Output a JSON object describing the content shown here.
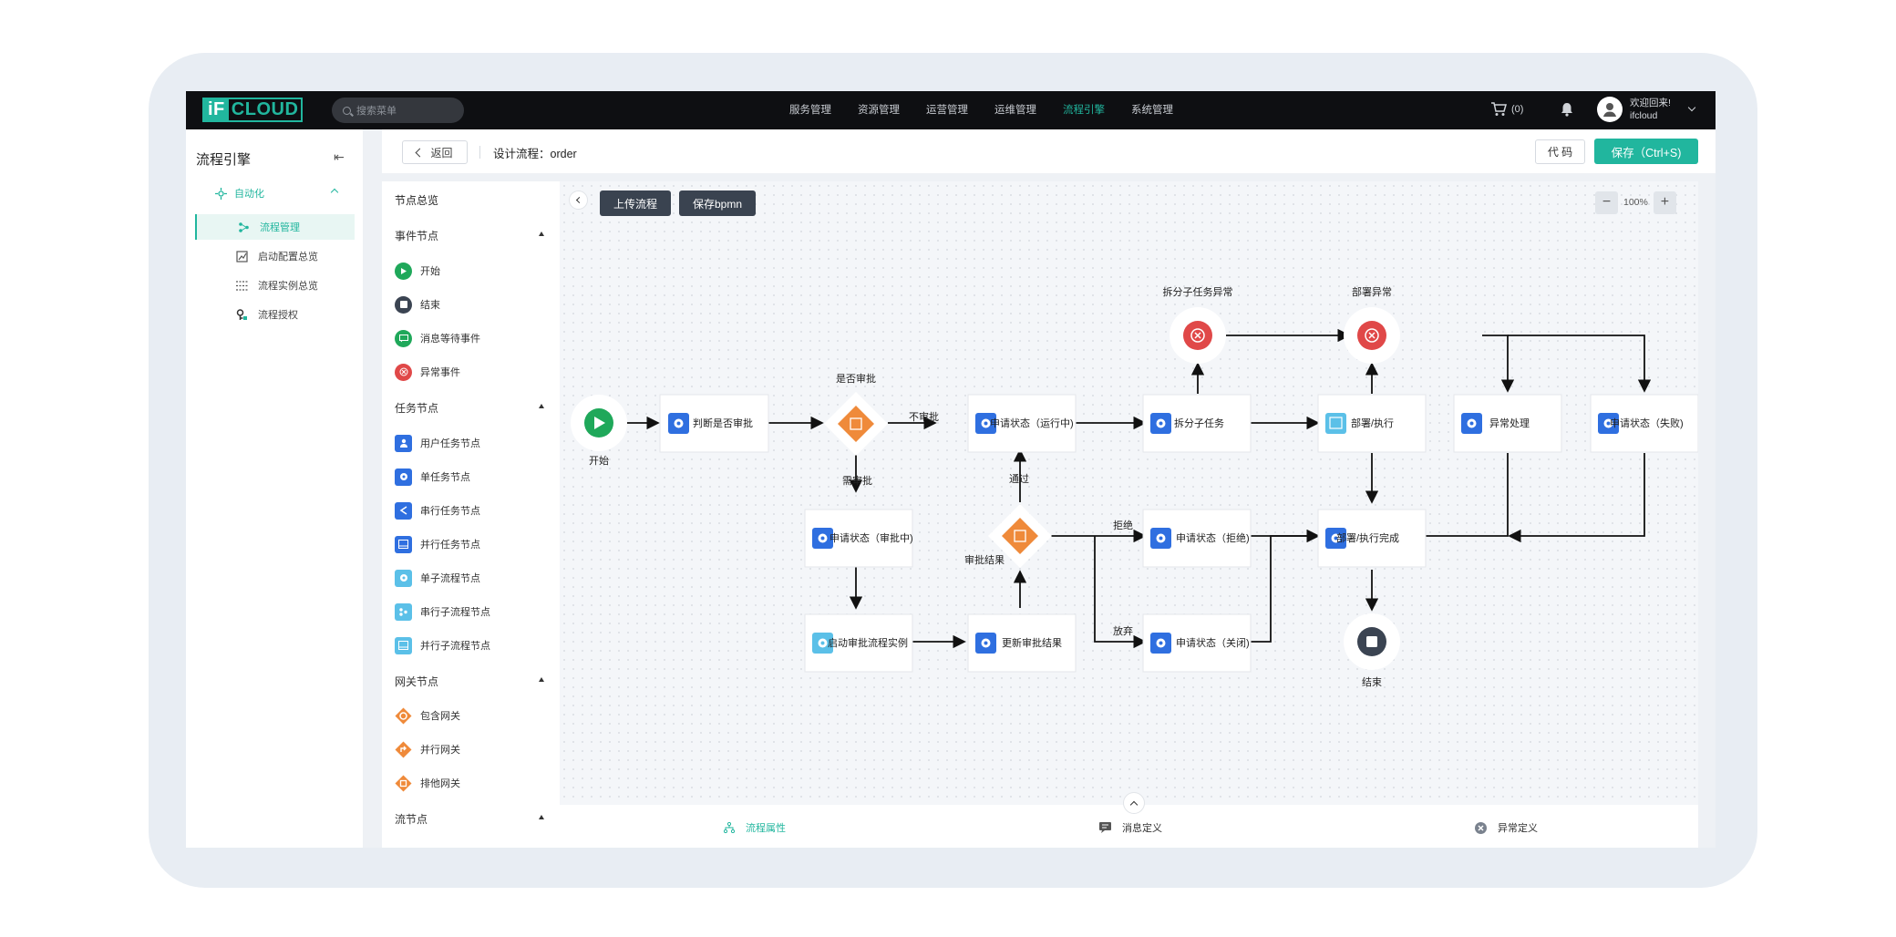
{
  "topbar": {
    "logo": {
      "part1": "iF",
      "part2": "CLOUD"
    },
    "search_placeholder": "搜索菜单",
    "nav": [
      {
        "label": "服务管理",
        "active": false
      },
      {
        "label": "资源管理",
        "active": false
      },
      {
        "label": "运营管理",
        "active": false
      },
      {
        "label": "运维管理",
        "active": false
      },
      {
        "label": "流程引擎",
        "active": true
      },
      {
        "label": "系统管理",
        "active": false
      }
    ],
    "cart_count": "(0)",
    "user": {
      "greeting": "欢迎回来!",
      "name": "ifcloud"
    }
  },
  "sidebar": {
    "title": "流程引擎",
    "group": "自动化",
    "items": [
      {
        "label": "流程管理",
        "icon": "flow-icon",
        "active": true
      },
      {
        "label": "启动配置总览",
        "icon": "config-icon",
        "active": false
      },
      {
        "label": "流程实例总览",
        "icon": "instance-icon",
        "active": false
      },
      {
        "label": "流程授权",
        "icon": "auth-icon",
        "active": false
      }
    ]
  },
  "toolbar": {
    "back": "返回",
    "design_title": "设计流程：order",
    "code": "代 码",
    "save": "保存（Ctrl+S)"
  },
  "palette": {
    "title": "节点总览",
    "sections": [
      {
        "title": "事件节点",
        "items": [
          "开始",
          "结束",
          "消息等待事件",
          "异常事件"
        ]
      },
      {
        "title": "任务节点",
        "items": [
          "用户任务节点",
          "单任务节点",
          "串行任务节点",
          "并行任务节点",
          "单子流程节点",
          "串行子流程节点",
          "并行子流程节点"
        ]
      },
      {
        "title": "网关节点",
        "items": [
          "包含网关",
          "并行网关",
          "排他网关"
        ]
      },
      {
        "title": "流节点",
        "items": []
      }
    ]
  },
  "canvas": {
    "upload": "上传流程",
    "save_bpmn": "保存bpmn",
    "zoom": "100%"
  },
  "diagram": {
    "start": "开始",
    "end": "结束",
    "gateway_approve": "是否审批",
    "gateway_result": "审批结果",
    "error1": "拆分子任务异常",
    "error2": "部署异常",
    "tasks": [
      "判断是否审批",
      "申请状态（运行中)",
      "拆分子任务",
      "部署/执行",
      "异常处理",
      "申请状态（失败)",
      "申请状态（审批中)",
      "申请状态（拒绝)",
      "部署/执行完成",
      "启动审批流程实例",
      "更新审批结果",
      "申请状态（关闭)"
    ],
    "edges": {
      "no_approve": "不审批",
      "need_approve": "需审批",
      "pass": "通过",
      "reject": "拒绝",
      "abandon": "放弃"
    }
  },
  "bottom": {
    "tabs": [
      {
        "label": "流程属性",
        "active": true
      },
      {
        "label": "消息定义",
        "active": false
      },
      {
        "label": "异常定义",
        "active": false
      }
    ]
  },
  "colors": {
    "accent": "#21b69e",
    "task_icon": "#2f6fe0",
    "gateway": "#ef8a3a",
    "error": "#e04848",
    "start": "#1fa85a",
    "end": "#3b4452"
  }
}
